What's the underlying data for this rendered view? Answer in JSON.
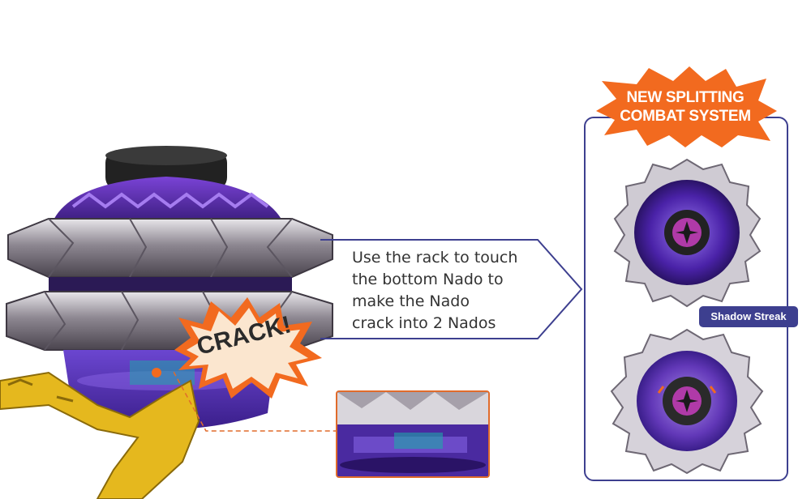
{
  "callout": {
    "line1": "Use the rack to touch",
    "line2": "the bottom Nado to",
    "line3": "make the Nado",
    "line4": "crack into 2 Nados"
  },
  "burst": {
    "line1": "NEW SPLITTING",
    "line2": "COMBAT SYSTEM"
  },
  "crack_label": "CRACK!",
  "panel": {
    "tag": "Shadow Streak"
  },
  "colors": {
    "panel_border": "#3d3f8f",
    "burst_orange": "#f26a1f",
    "purple": "#5a2aa8",
    "silver": "#b9b4bd",
    "rack_yellow": "#e5b81e"
  }
}
